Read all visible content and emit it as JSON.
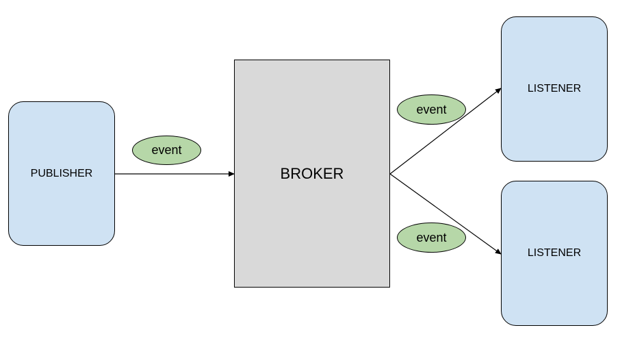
{
  "nodes": {
    "publisher": "PUBLISHER",
    "broker": "BROKER",
    "listener_top": "LISTENER",
    "listener_bottom": "LISTENER"
  },
  "events": {
    "publisher_to_broker": "event",
    "broker_to_listener_top": "event",
    "broker_to_listener_bottom": "event"
  },
  "colors": {
    "participant_fill": "#cfe2f3",
    "broker_fill": "#d9d9d9",
    "event_fill": "#b6d7a8",
    "stroke": "#000000"
  }
}
